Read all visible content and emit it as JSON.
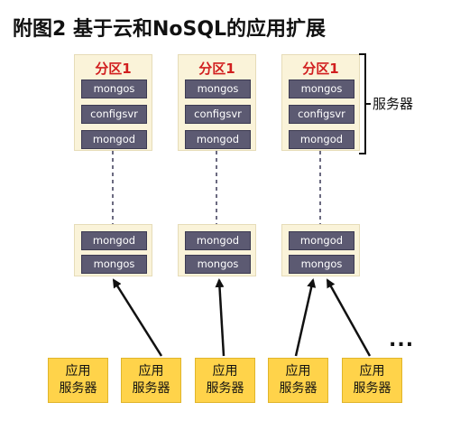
{
  "title": "附图2 基于云和NoSQL的应用扩展",
  "shards": [
    {
      "label": "分区1",
      "services": [
        "mongos",
        "configsvr",
        "mongod"
      ]
    },
    {
      "label": "分区1",
      "services": [
        "mongos",
        "configsvr",
        "mongod"
      ]
    },
    {
      "label": "分区1",
      "services": [
        "mongos",
        "configsvr",
        "mongod"
      ]
    }
  ],
  "routers": [
    {
      "services": [
        "mongod",
        "mongos"
      ]
    },
    {
      "services": [
        "mongod",
        "mongos"
      ]
    },
    {
      "services": [
        "mongod",
        "mongos"
      ]
    }
  ],
  "bracket_label": "服务器",
  "app_servers": [
    {
      "line1": "应用",
      "line2": "服务器"
    },
    {
      "line1": "应用",
      "line2": "服务器"
    },
    {
      "line1": "应用",
      "line2": "服务器"
    },
    {
      "line1": "应用",
      "line2": "服务器"
    },
    {
      "line1": "应用",
      "line2": "服务器"
    }
  ],
  "more_indicator": "...",
  "colors": {
    "shard_label": "#d11f1f",
    "node_fill": "#faf3d9",
    "service_fill": "#5c5a72",
    "app_fill": "#ffd34a"
  }
}
